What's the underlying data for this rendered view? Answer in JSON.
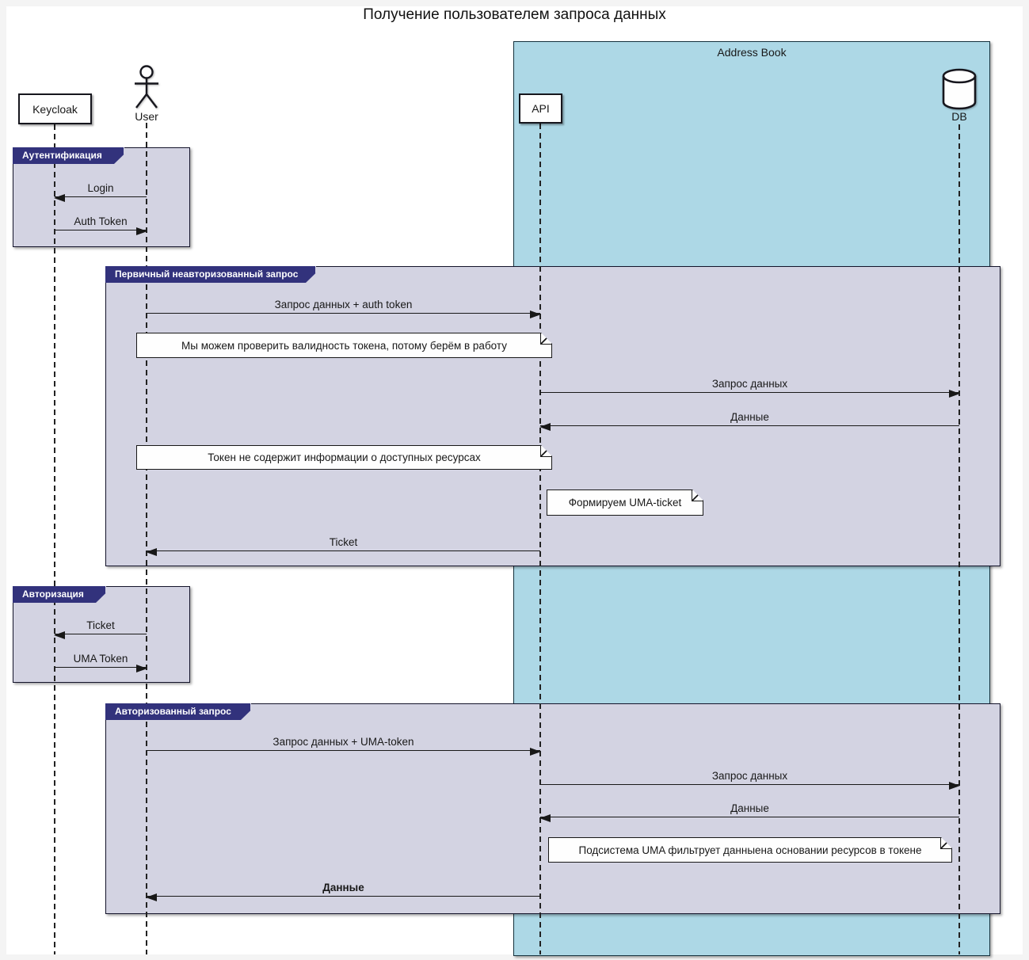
{
  "title": "Получение пользователем запроса данных",
  "colors": {
    "system_box_fill": "#add8e6",
    "group_fill": "#d3d3e2",
    "group_tab_fill": "#32327c",
    "note_fill": "#fefefe",
    "line": "#181818"
  },
  "system_box": {
    "label": "Address Book"
  },
  "participants": {
    "keycloak": {
      "label": "Keycloak",
      "type": "box"
    },
    "user": {
      "label": "User",
      "type": "actor"
    },
    "api": {
      "label": "API",
      "type": "box"
    },
    "db": {
      "label": "DB",
      "type": "database"
    }
  },
  "groups": {
    "auth": {
      "label": "Аутентификация"
    },
    "unauth_request": {
      "label": "Первичный неавторизованный запрос"
    },
    "authorization": {
      "label": "Авторизация"
    },
    "authorized_request": {
      "label": "Авторизованный запрос"
    }
  },
  "messages": {
    "login": {
      "label": "Login",
      "from": "User",
      "to": "Keycloak"
    },
    "auth_token": {
      "label": "Auth Token",
      "from": "Keycloak",
      "to": "User"
    },
    "request_auth_token": {
      "label": "Запрос данных + auth token",
      "from": "User",
      "to": "API"
    },
    "request_data_1": {
      "label": "Запрос данных",
      "from": "API",
      "to": "DB"
    },
    "data_1": {
      "label": "Данные",
      "from": "DB",
      "to": "API"
    },
    "ticket_to_user": {
      "label": "Ticket",
      "from": "API",
      "to": "User"
    },
    "ticket_to_keycloak": {
      "label": "Ticket",
      "from": "User",
      "to": "Keycloak"
    },
    "uma_token": {
      "label": "UMA Token",
      "from": "Keycloak",
      "to": "User"
    },
    "request_uma_token": {
      "label": "Запрос данных + UMA-token",
      "from": "User",
      "to": "API"
    },
    "request_data_2": {
      "label": "Запрос данных",
      "from": "API",
      "to": "DB"
    },
    "data_2": {
      "label": "Данные",
      "from": "DB",
      "to": "API"
    },
    "data_final": {
      "label": "Данные",
      "from": "API",
      "to": "User"
    }
  },
  "notes": {
    "token_valid": {
      "text": "Мы можем проверить валидность токена, потому берём в работу"
    },
    "token_no_info": {
      "text": "Токен не содержит информации о доступных ресурсах"
    },
    "form_uma_ticket": {
      "text": "Формируем UMA-ticket"
    },
    "uma_filter": {
      "text": "Подсистема UMA фильтрует данныена основании ресурсов в токене"
    }
  }
}
